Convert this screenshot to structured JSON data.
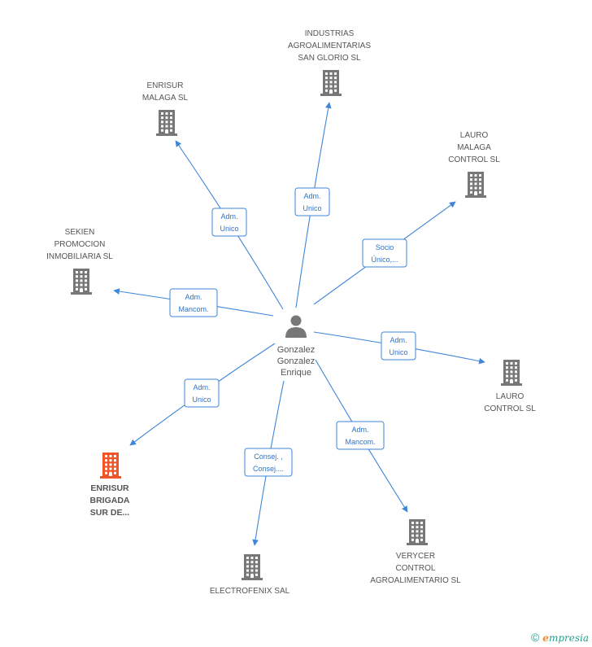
{
  "center": {
    "name_lines": [
      "Gonzalez",
      "Gonzalez",
      "Enrique"
    ],
    "icon": "person-icon"
  },
  "companies": [
    {
      "id": "industrias",
      "label_lines": [
        "INDUSTRIAS",
        "AGROALIMENTARIAS",
        "SAN GLORIO  SL"
      ],
      "icon": "building-icon",
      "highlighted": false
    },
    {
      "id": "enrisur-malaga",
      "label_lines": [
        "ENRISUR",
        "MALAGA SL"
      ],
      "icon": "building-icon",
      "highlighted": false
    },
    {
      "id": "lauro-malaga",
      "label_lines": [
        "LAURO",
        "MALAGA",
        "CONTROL  SL"
      ],
      "icon": "building-icon",
      "highlighted": false
    },
    {
      "id": "sekien",
      "label_lines": [
        "SEKIEN",
        "PROMOCION",
        "INMOBILIARIA SL"
      ],
      "icon": "building-icon",
      "highlighted": false
    },
    {
      "id": "lauro-control",
      "label_lines": [
        "LAURO",
        "CONTROL SL"
      ],
      "icon": "building-icon",
      "highlighted": false
    },
    {
      "id": "enrisur-brigada",
      "label_lines": [
        "ENRISUR",
        "BRIGADA",
        "SUR DE..."
      ],
      "icon": "building-icon",
      "highlighted": true
    },
    {
      "id": "verycer",
      "label_lines": [
        "VERYCER",
        "CONTROL",
        "AGROALIMENTARIO SL"
      ],
      "icon": "building-icon",
      "highlighted": false
    },
    {
      "id": "electrofenix",
      "label_lines": [
        "ELECTROFENIX SAL"
      ],
      "icon": "building-icon",
      "highlighted": false
    }
  ],
  "edges": [
    {
      "target": "industrias",
      "label_lines": [
        "Adm.",
        "Unico"
      ]
    },
    {
      "target": "enrisur-malaga",
      "label_lines": [
        "Adm.",
        "Unico"
      ]
    },
    {
      "target": "lauro-malaga",
      "label_lines": [
        "Socio",
        "Único,..."
      ]
    },
    {
      "target": "sekien",
      "label_lines": [
        "Adm.",
        "Mancom."
      ]
    },
    {
      "target": "lauro-control",
      "label_lines": [
        "Adm.",
        "Unico"
      ]
    },
    {
      "target": "enrisur-brigada",
      "label_lines": [
        "Adm.",
        "Unico"
      ]
    },
    {
      "target": "verycer",
      "label_lines": [
        "Adm.",
        "Mancom."
      ]
    },
    {
      "target": "electrofenix",
      "label_lines": [
        "Consej. ,",
        "Consej...."
      ]
    }
  ],
  "colors": {
    "node": "#777777",
    "node_highlight": "#f0552a",
    "edge": "#3f86d8",
    "label_text": "#555555"
  },
  "footer": {
    "copyright": "©",
    "brand_first": "e",
    "brand_rest": "mpresia"
  }
}
